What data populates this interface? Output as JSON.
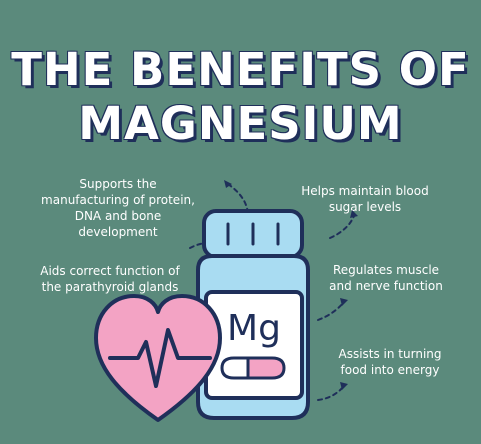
{
  "title": {
    "line1": "THE BENEFITS OF",
    "line2": "MAGNESIUM"
  },
  "benefits": {
    "left_top": "Supports the manufacturing of protein, DNA and bone development",
    "left_mid": "Aids correct function of the parathyroid glands",
    "right_top": "Helps maintain blood sugar levels",
    "right_mid": "Regulates muscle and nerve function",
    "right_bottom": "Assists in turning food into energy"
  },
  "bottle_label": "Mg",
  "icons": [
    "heart-icon",
    "heartbeat-icon",
    "supplement-bottle-icon",
    "capsule-icon"
  ],
  "colors": {
    "background": "#5b8a7c",
    "outline": "#1f2f5a",
    "bottle_blue": "#a9dcf2",
    "heart_pink": "#f3a3c4",
    "capsule_pink": "#f3a3c4"
  }
}
